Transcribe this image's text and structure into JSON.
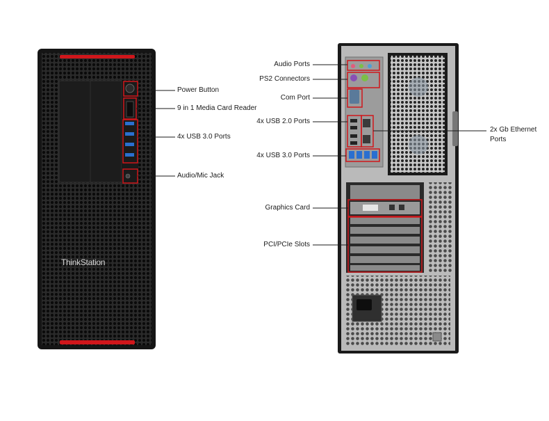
{
  "front": {
    "brand": "ThinkStation",
    "callouts": {
      "power_button": "Power Button",
      "media_card_reader": "9 in 1 Media Card Reader",
      "usb3_front": "4x USB 3.0 Ports",
      "audio_mic_jack": "Audio/Mic Jack"
    }
  },
  "rear": {
    "callouts": {
      "audio_ports": "Audio Ports",
      "ps2_connectors": "PS2 Connectors",
      "com_port": "Com Port",
      "usb2_rear": "4x USB 2.0 Ports",
      "usb3_rear": "4x USB 3.0 Ports",
      "graphics_card": "Graphics Card",
      "pci_slots": "PCI/PCIe Slots",
      "ethernet_line1": "2x Gb Ethernet",
      "ethernet_line2": "Ports"
    }
  },
  "colors": {
    "callout_red": "#d0161b",
    "case_black": "#141414",
    "metal_gray": "#b8b8b8"
  }
}
